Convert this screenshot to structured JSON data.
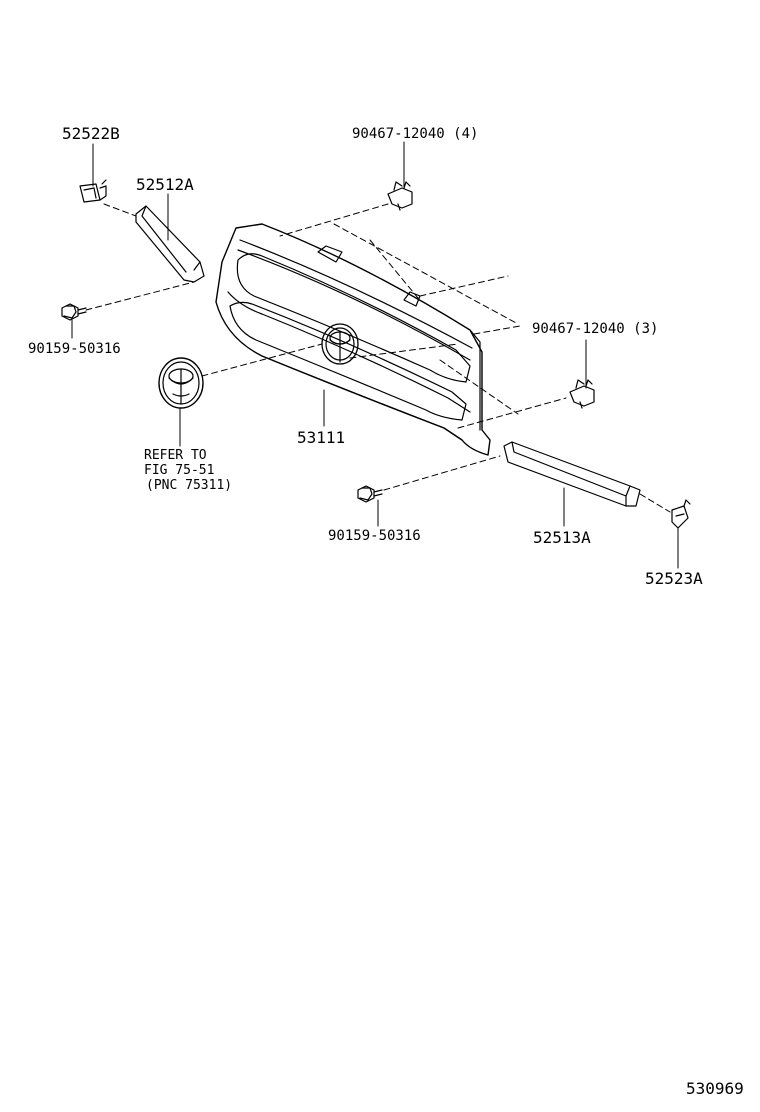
{
  "labels": {
    "p52522b": "52522B",
    "p52512a": "52512A",
    "p90467_4": "90467-12040 (4)",
    "p90467_3": "90467-12040 (3)",
    "p90159_a": "90159-50316",
    "p90159_b": "90159-50316",
    "p53111": "53111",
    "p52513a": "52513A",
    "p52523a": "52523A",
    "refer_line1": "REFER TO",
    "refer_line2": "FIG 75-51",
    "refer_line3": "(PNC 75311)",
    "figure_no": "530969"
  },
  "colors": {
    "ink": "#000000",
    "paper": "#ffffff"
  }
}
